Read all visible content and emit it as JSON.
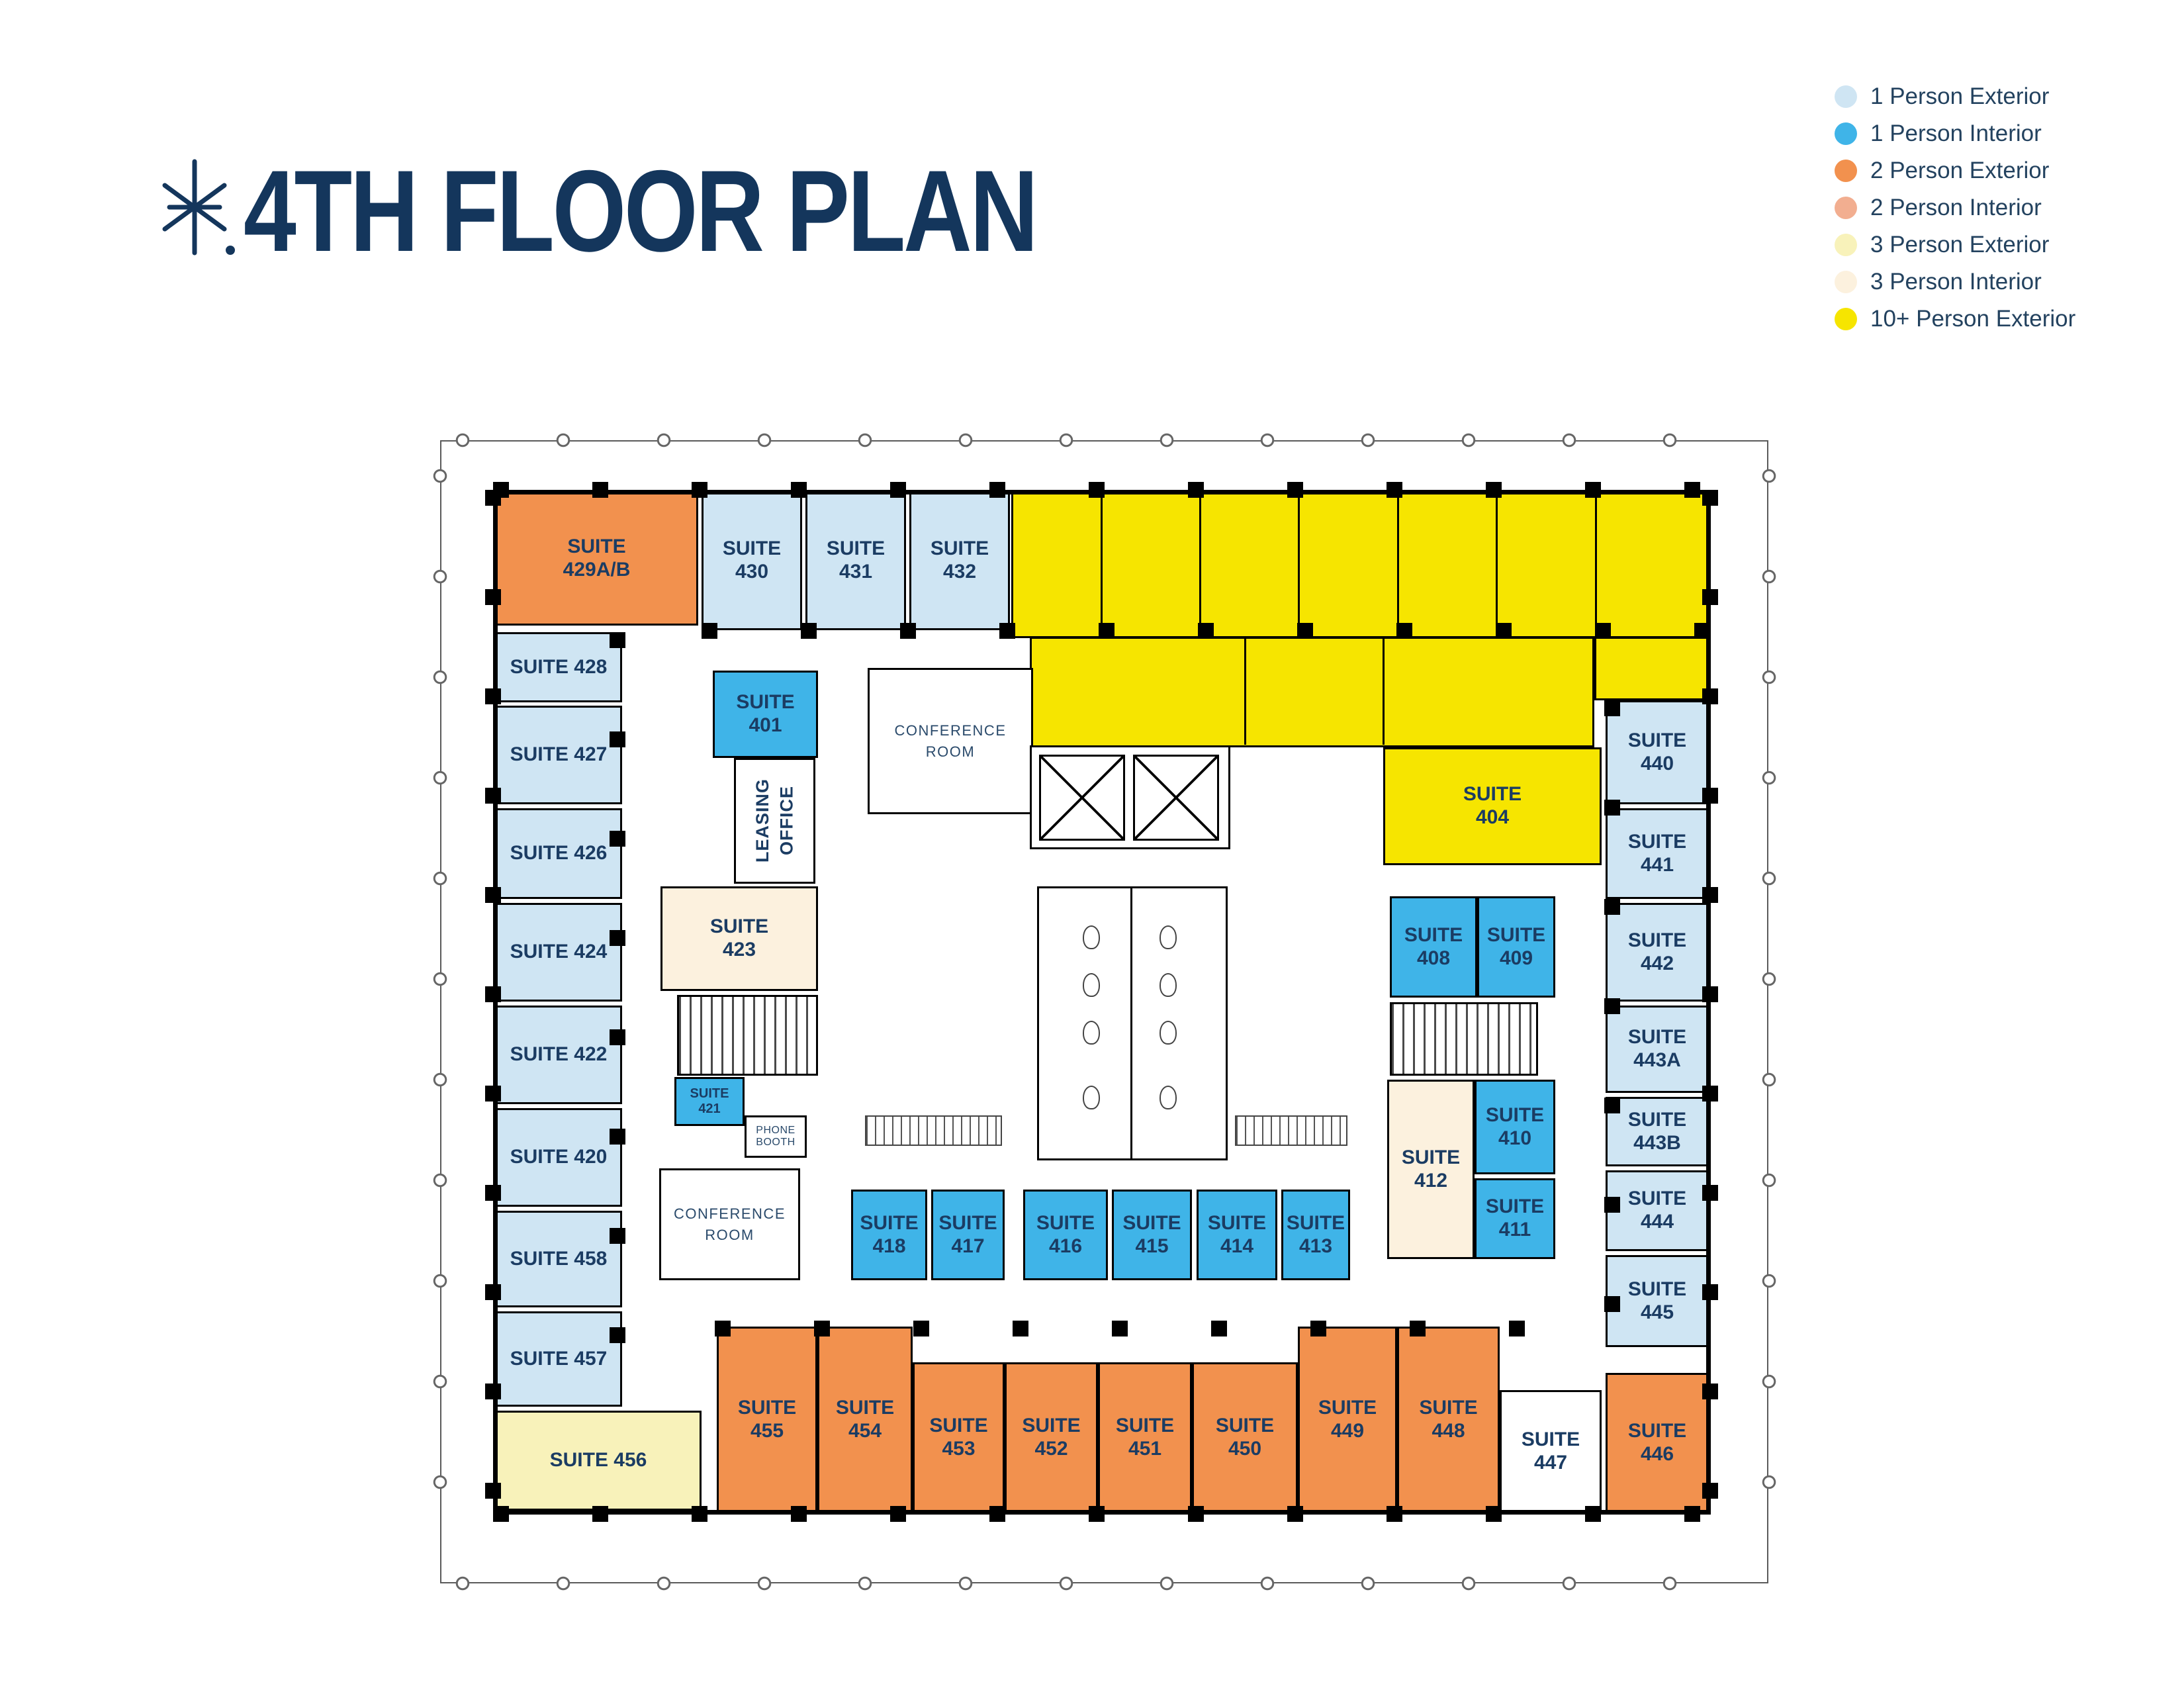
{
  "title": "4TH FLOOR PLAN",
  "palette": {
    "exterior1": "#cfe5f3",
    "interior1": "#3fb4e8",
    "exterior2": "#f2914e",
    "interior2": "#f2ae90",
    "exterior3": "#f8f2ba",
    "interior3": "#fcf1de",
    "exterior10": "#f6e500",
    "white": "#ffffff"
  },
  "legend": {
    "items": [
      {
        "label": "1 Person Exterior",
        "color": "#cfe5f3"
      },
      {
        "label": "1 Person Interior",
        "color": "#3fb4e8"
      },
      {
        "label": "2 Person Exterior",
        "color": "#f2914e"
      },
      {
        "label": "2 Person Interior",
        "color": "#f2ae90"
      },
      {
        "label": "3 Person Exterior",
        "color": "#f8f2ba"
      },
      {
        "label": "3 Person Interior",
        "color": "#fcf1de"
      },
      {
        "label": "10+ Person Exterior",
        "color": "#f6e500"
      }
    ]
  },
  "rooms": {
    "s429ab": {
      "label": "SUITE\n429A/B",
      "category": "2-person-exterior"
    },
    "s430": {
      "label": "SUITE\n430",
      "category": "1-person-exterior"
    },
    "s431": {
      "label": "SUITE\n431",
      "category": "1-person-exterior"
    },
    "s432": {
      "label": "SUITE\n432",
      "category": "1-person-exterior"
    },
    "s404": {
      "label": "SUITE\n404",
      "category": "10-person-exterior"
    },
    "s428": {
      "label": "SUITE 428",
      "category": "1-person-exterior"
    },
    "s427": {
      "label": "SUITE 427",
      "category": "1-person-exterior"
    },
    "s426": {
      "label": "SUITE 426",
      "category": "1-person-exterior"
    },
    "s424": {
      "label": "SUITE 424",
      "category": "1-person-exterior"
    },
    "s422": {
      "label": "SUITE 422",
      "category": "1-person-exterior"
    },
    "s420": {
      "label": "SUITE 420",
      "category": "1-person-exterior"
    },
    "s458": {
      "label": "SUITE 458",
      "category": "1-person-exterior"
    },
    "s457": {
      "label": "SUITE 457",
      "category": "1-person-exterior"
    },
    "s456": {
      "label": "SUITE 456",
      "category": "3-person-exterior"
    },
    "s440": {
      "label": "SUITE\n440",
      "category": "1-person-exterior"
    },
    "s441": {
      "label": "SUITE\n441",
      "category": "1-person-exterior"
    },
    "s442": {
      "label": "SUITE\n442",
      "category": "1-person-exterior"
    },
    "s443a": {
      "label": "SUITE\n443A",
      "category": "1-person-exterior"
    },
    "s443b": {
      "label": "SUITE\n443B",
      "category": "1-person-exterior"
    },
    "s444": {
      "label": "SUITE\n444",
      "category": "1-person-exterior"
    },
    "s445": {
      "label": "SUITE\n445",
      "category": "1-person-exterior"
    },
    "s446": {
      "label": "SUITE\n446",
      "category": "2-person-exterior"
    },
    "s455": {
      "label": "SUITE\n455",
      "category": "2-person-exterior"
    },
    "s454": {
      "label": "SUITE\n454",
      "category": "2-person-exterior"
    },
    "s453": {
      "label": "SUITE\n453",
      "category": "2-person-exterior"
    },
    "s452": {
      "label": "SUITE\n452",
      "category": "2-person-exterior"
    },
    "s451": {
      "label": "SUITE\n451",
      "category": "2-person-exterior"
    },
    "s450": {
      "label": "SUITE\n450",
      "category": "2-person-exterior"
    },
    "s449": {
      "label": "SUITE\n449",
      "category": "2-person-exterior"
    },
    "s448": {
      "label": "SUITE\n448",
      "category": "2-person-exterior"
    },
    "s447": {
      "label": "SUITE\n447"
    },
    "s401": {
      "label": "SUITE\n401",
      "category": "1-person-interior"
    },
    "s421": {
      "label": "SUITE\n421",
      "category": "1-person-interior"
    },
    "s423": {
      "label": "SUITE\n423",
      "category": "3-person-interior"
    },
    "s418": {
      "label": "SUITE\n418",
      "category": "1-person-interior"
    },
    "s417": {
      "label": "SUITE\n417",
      "category": "1-person-interior"
    },
    "s416": {
      "label": "SUITE\n416",
      "category": "1-person-interior"
    },
    "s415": {
      "label": "SUITE\n415",
      "category": "1-person-interior"
    },
    "s414": {
      "label": "SUITE\n414",
      "category": "1-person-interior"
    },
    "s413": {
      "label": "SUITE\n413",
      "category": "1-person-interior"
    },
    "s408": {
      "label": "SUITE\n408",
      "category": "1-person-interior"
    },
    "s409": {
      "label": "SUITE\n409",
      "category": "1-person-interior"
    },
    "s410": {
      "label": "SUITE\n410",
      "category": "1-person-interior"
    },
    "s411": {
      "label": "SUITE\n411",
      "category": "1-person-interior"
    },
    "s412": {
      "label": "SUITE\n412",
      "category": "3-person-interior"
    }
  },
  "areas": {
    "conference_top": "CONFERENCE\nROOM",
    "conference_bottom": "CONFERENCE\nROOM",
    "leasing_office": "LEASING\nOFFICE",
    "phone_booth": "PHONE\nBOOTH"
  }
}
